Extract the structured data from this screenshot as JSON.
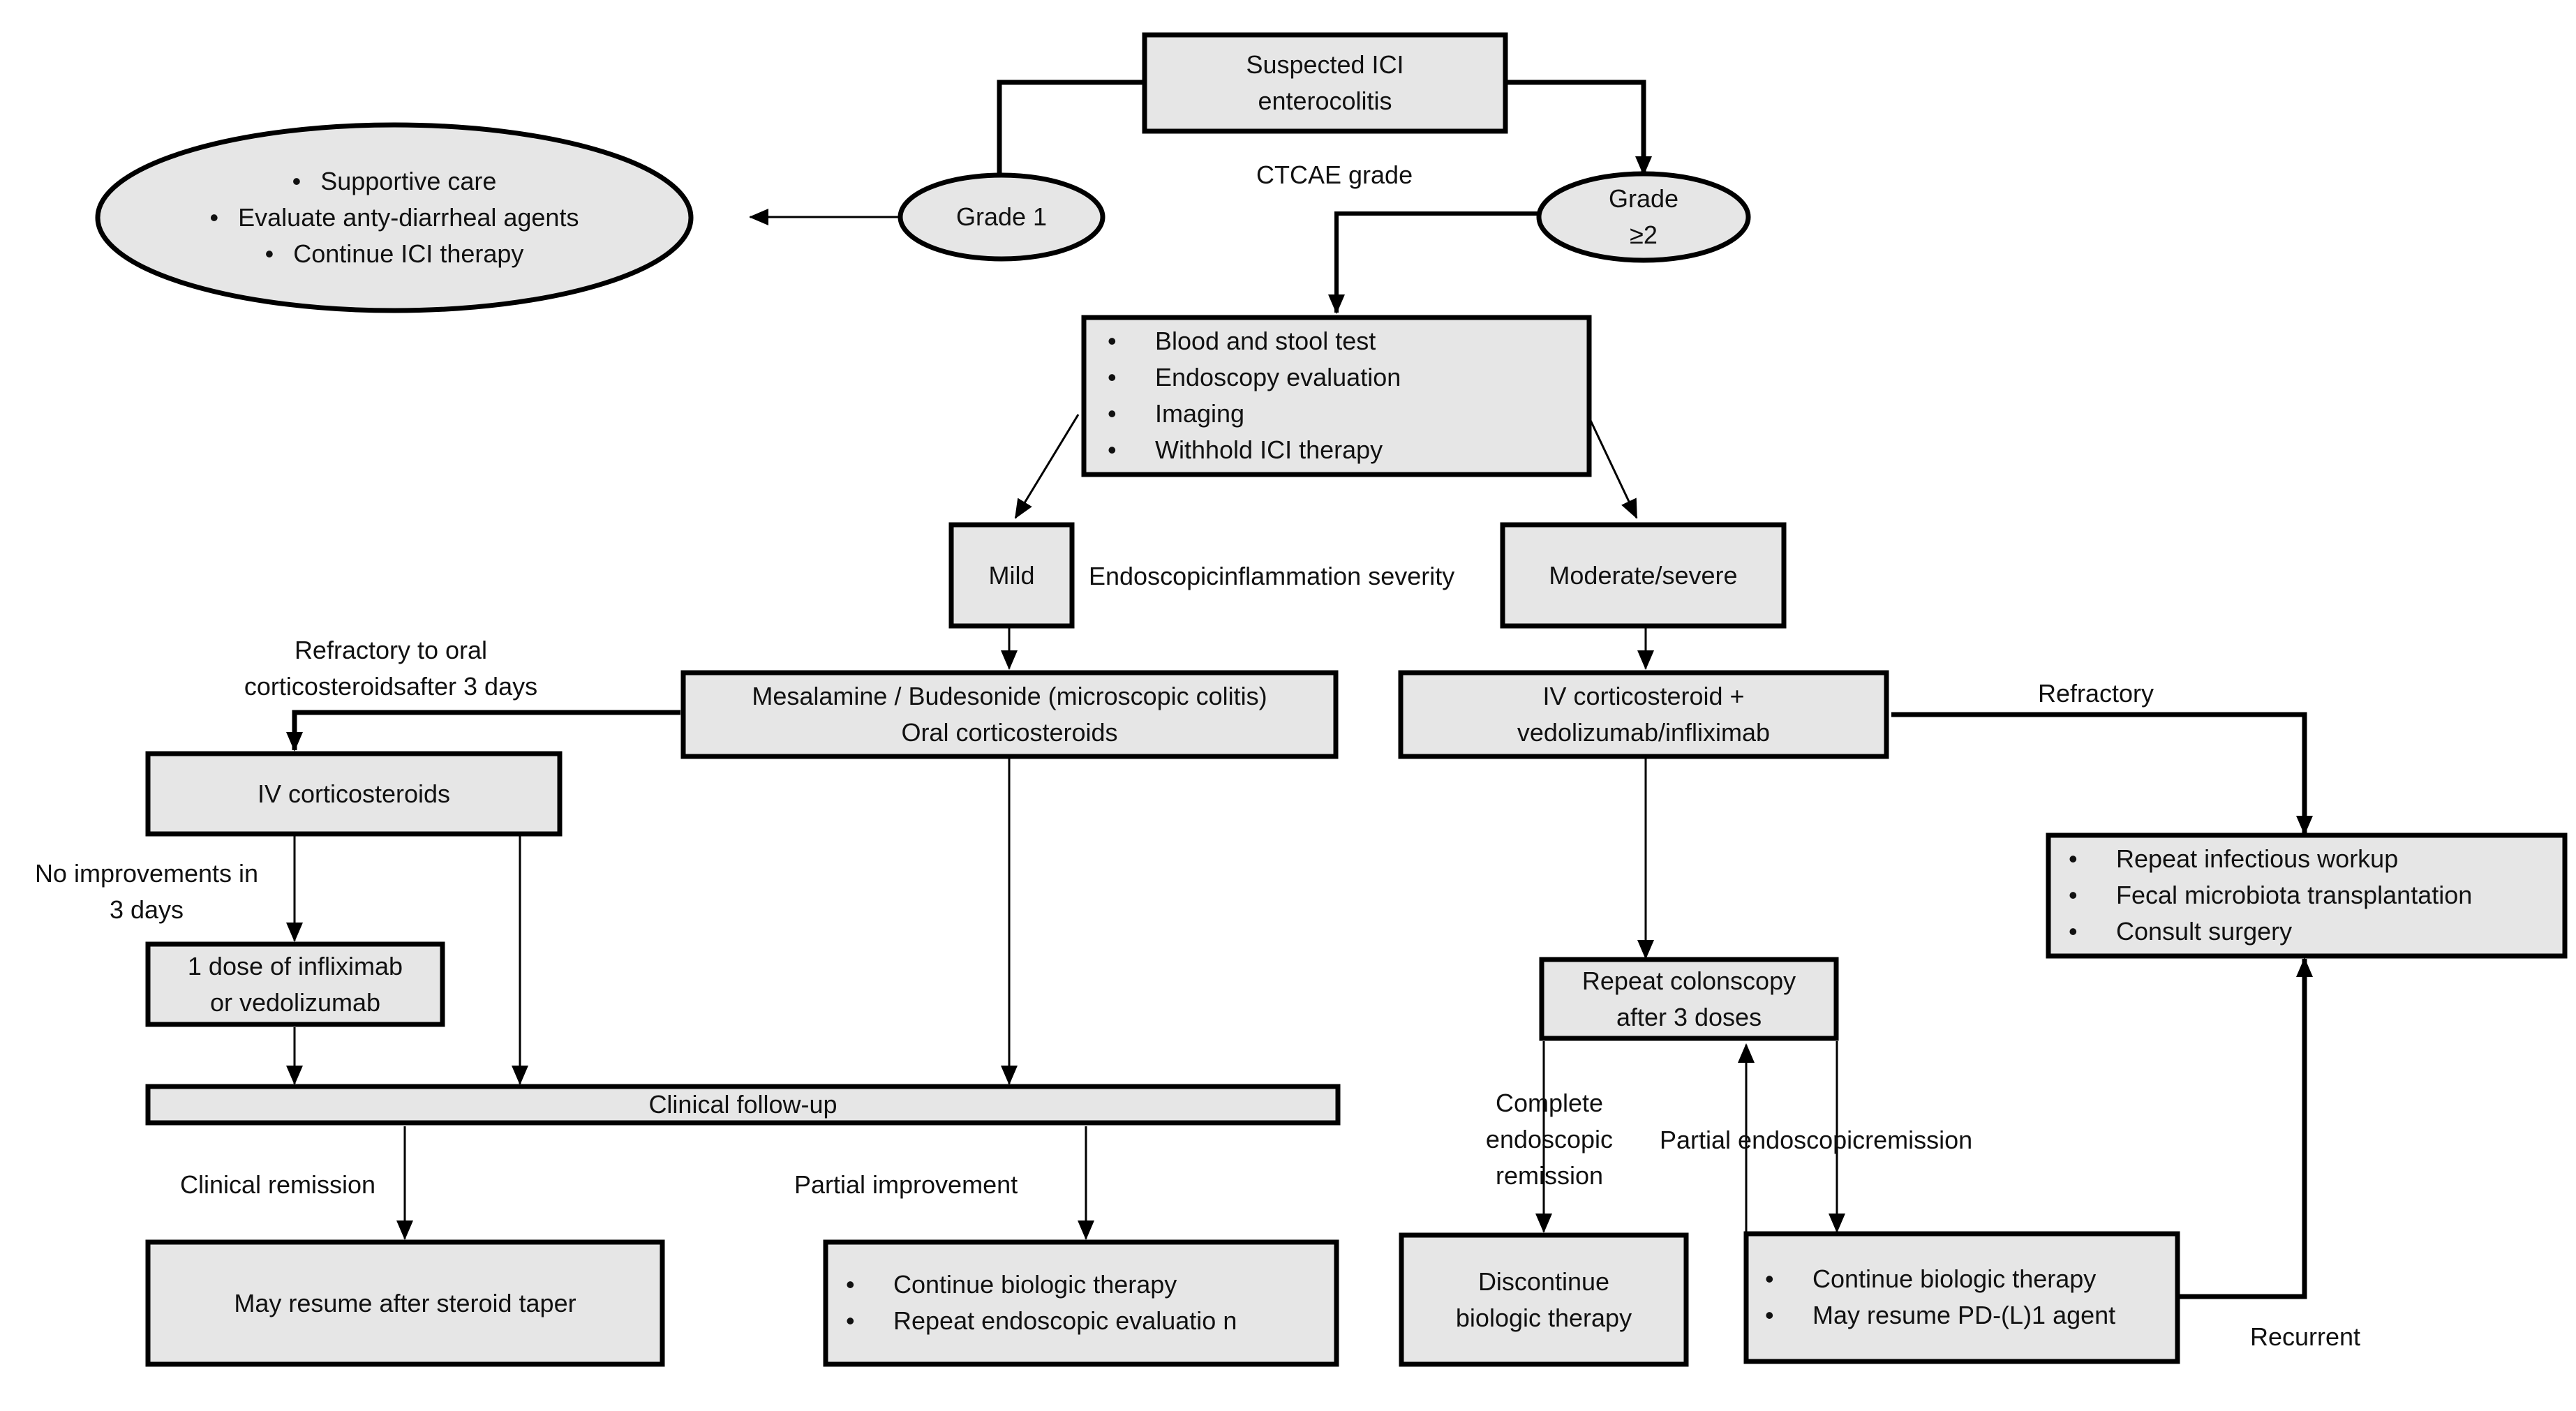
{
  "nodes": {
    "suspected": [
      "Suspected ICI",
      "enterocolitis"
    ],
    "grade1": "Grade 1",
    "grade2": [
      "Grade",
      "≥2"
    ],
    "grade1_actions": [
      "Supportive care",
      "Evaluate  anty-diarrheal agents",
      "Continue ICI therapy"
    ],
    "workup": [
      "Blood and stool test",
      "Endoscopy evaluation",
      "Imaging",
      "Withhold ICI therapy"
    ],
    "mild": "Mild",
    "moderate": "Moderate/severe",
    "mesalamine": [
      "Mesalamine  / Budesonide (microscopic colitis)",
      "Oral corticosteroids"
    ],
    "iv_steroids": "IV corticosteroids",
    "iv_biologic": [
      "IV corticosteroid +",
      "vedolizumab/infliximab"
    ],
    "infliximab_dose": [
      "1 dose of infliximab",
      "or vedolizumab"
    ],
    "clinical_followup": "Clinical follow-up",
    "refractory_actions": [
      "Repeat  infectious workup",
      "Fecal microbiota transplantation",
      "Consult surgery"
    ],
    "repeat_colonoscopy": [
      "Repeat  colonscopy",
      "after 3  doses"
    ],
    "may_resume": "May resume  after  steroid taper",
    "continue_biologic_left": [
      "Continue biologic therapy",
      "Repeat  endoscopic evaluatio n"
    ],
    "discontinue": [
      "Discontinue",
      "biologic therapy"
    ],
    "continue_biologic_right": [
      "Continue biologic therapy",
      "May resume  PD-(L)1 agent"
    ]
  },
  "labels": {
    "ctcae": "CTCAE grade",
    "severity": "Endoscopicinflammation severity",
    "refractory_oral": [
      "Refractory to oral",
      "corticosteroidsafter 3 days"
    ],
    "no_improvement": [
      "No improvements in",
      "3 days"
    ],
    "refractory": "Refractory",
    "clinical_remission": "Clinical remission",
    "partial_improvement": "Partial improvement",
    "complete_remission": [
      "Complete",
      "endoscopic",
      "remission"
    ],
    "partial_remission": "Partial endoscopicremission",
    "recurrent": "Recurrent"
  },
  "colors": {
    "box_fill": "#e6e6e6",
    "stroke": "#000000",
    "text": "#111111",
    "background": "#ffffff"
  }
}
